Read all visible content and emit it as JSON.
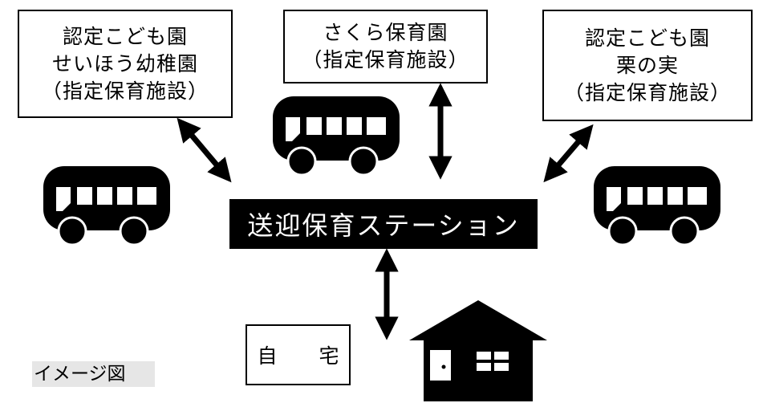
{
  "facilities": {
    "left": [
      "認定こども園",
      "せいほう幼稚園",
      "（指定保育施設）"
    ],
    "center": [
      "さくら保育園",
      "（指定保育施設）"
    ],
    "right": [
      "認定こども園",
      "栗の実",
      "（指定保育施設）"
    ]
  },
  "station": {
    "label": "送迎保育ステーション"
  },
  "home": {
    "label": "自 宅"
  },
  "caption": "イメージ図",
  "icons": {
    "bus": "bus-icon",
    "house": "house-icon",
    "arrow": "double-arrow-icon"
  }
}
